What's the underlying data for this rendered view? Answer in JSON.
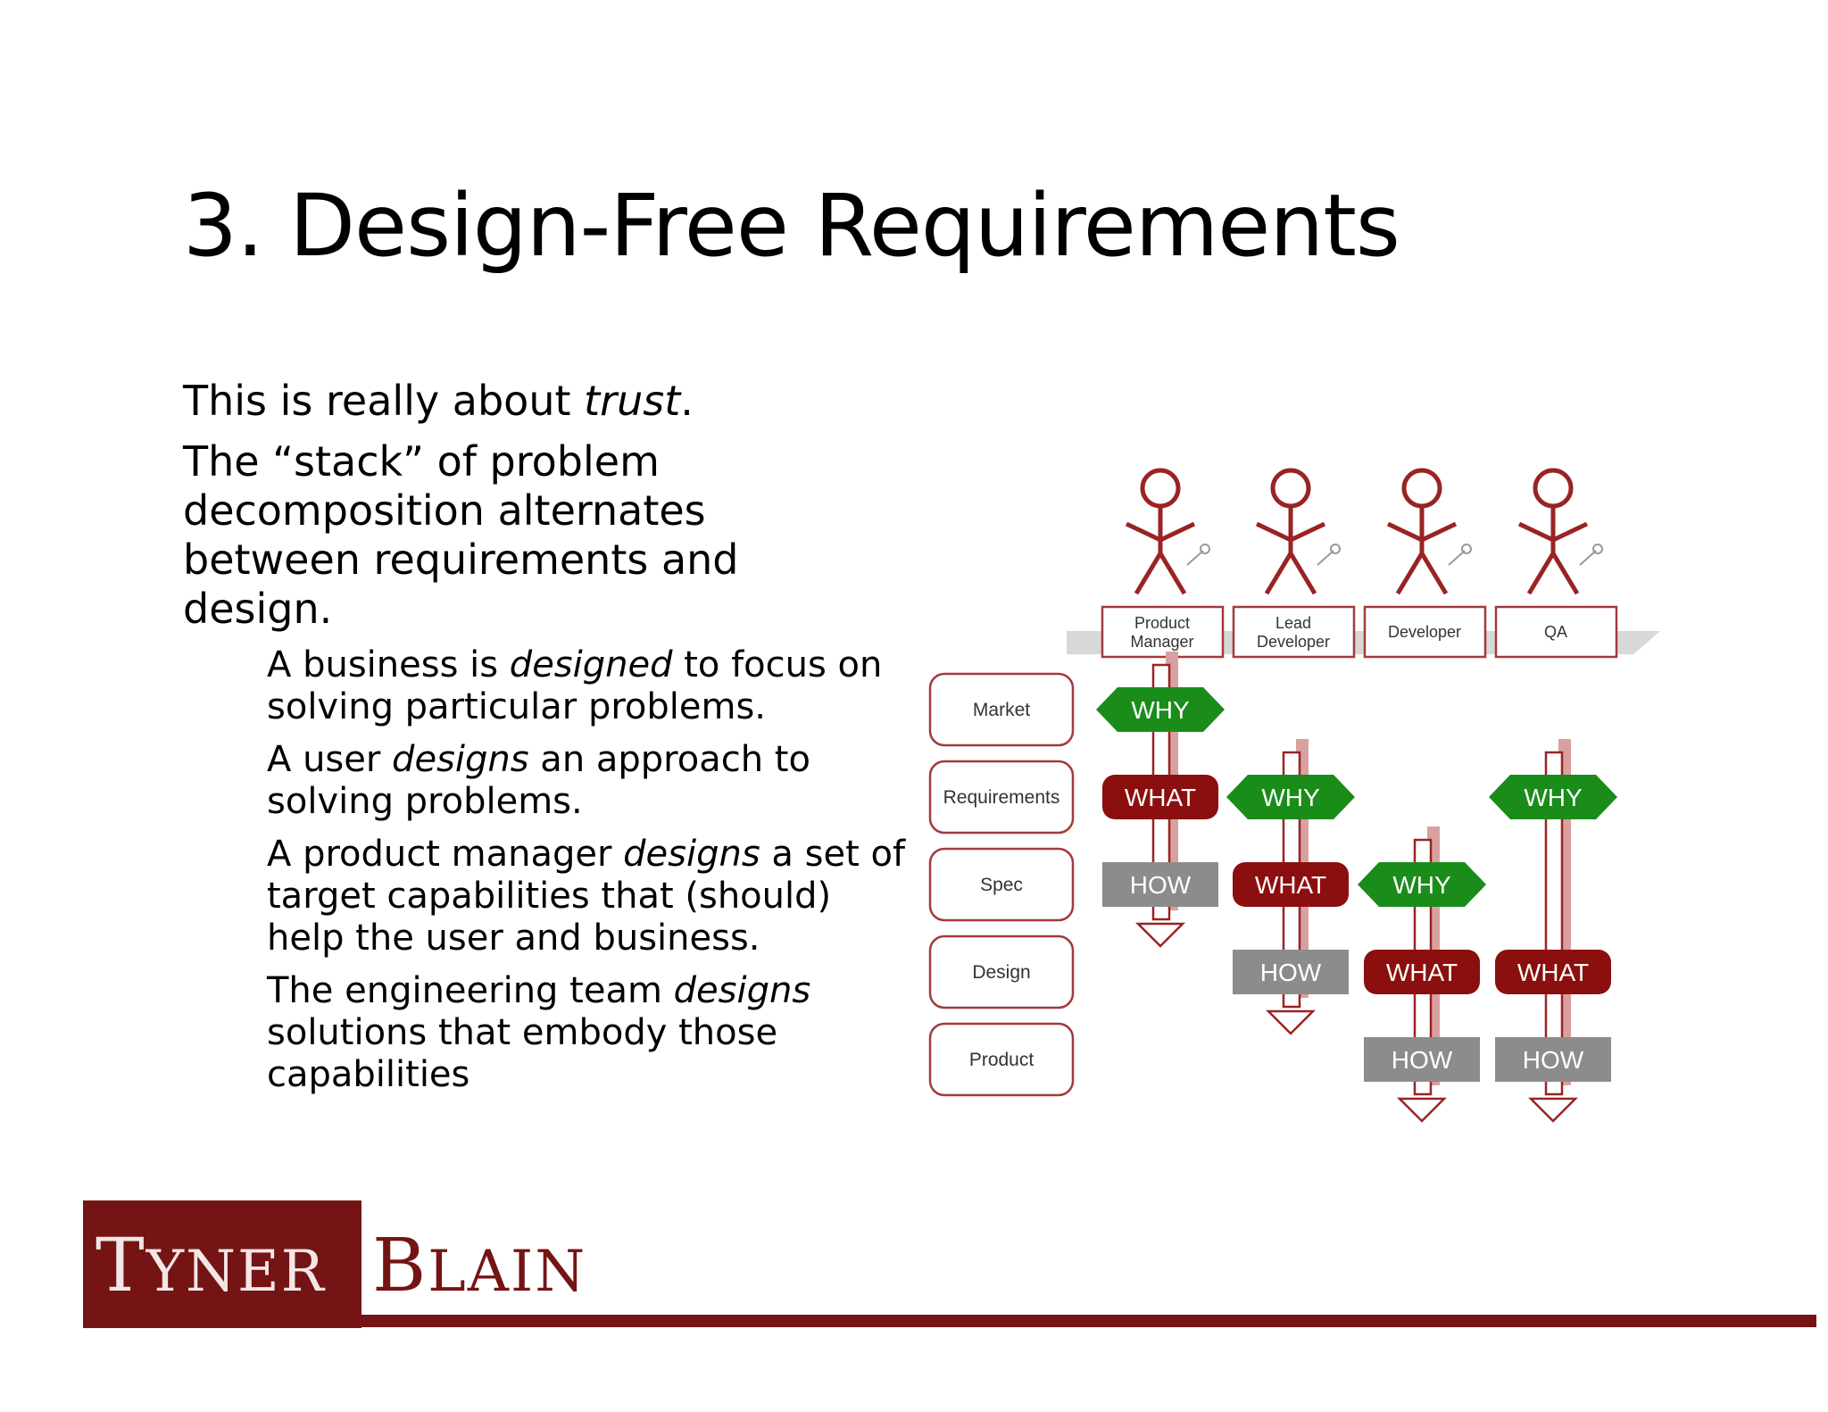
{
  "title": "3. Design-Free Requirements",
  "body": {
    "p1_pre": "This is really about ",
    "p1_em": "trust",
    "p1_post": ".",
    "p2": "The “stack” of problem decomposition alternates between requirements and design.",
    "bullets": [
      {
        "pre": "A business is ",
        "em": "designed",
        "post": " to focus on solving particular problems."
      },
      {
        "pre": "A user ",
        "em": "designs",
        "post": " an approach to solving problems."
      },
      {
        "pre": "A product manager ",
        "em": "designs",
        "post": " a set of target capabilities that (should) help the user and business."
      },
      {
        "pre": "The engineering team ",
        "em": "designs",
        "post": " solutions that embody those capabilities"
      }
    ]
  },
  "diagram": {
    "roles": [
      {
        "line1": "Product",
        "line2": "Manager"
      },
      {
        "line1": "Lead",
        "line2": "Developer"
      },
      {
        "line1": "Developer",
        "line2": ""
      },
      {
        "line1": "QA",
        "line2": ""
      }
    ],
    "levels": [
      "Market",
      "Requirements",
      "Spec",
      "Design",
      "Product"
    ],
    "labels": {
      "why": "WHY",
      "what": "WHAT",
      "how": "HOW"
    },
    "colors": {
      "why": "#1a8c1a",
      "what": "#8b0f0f",
      "how": "#8c8c8c",
      "outline": "#a33a3a"
    }
  },
  "logo": {
    "tyner_first": "T",
    "tyner_rest": "YNER",
    "blain_first": "B",
    "blain_rest": "LAIN"
  }
}
